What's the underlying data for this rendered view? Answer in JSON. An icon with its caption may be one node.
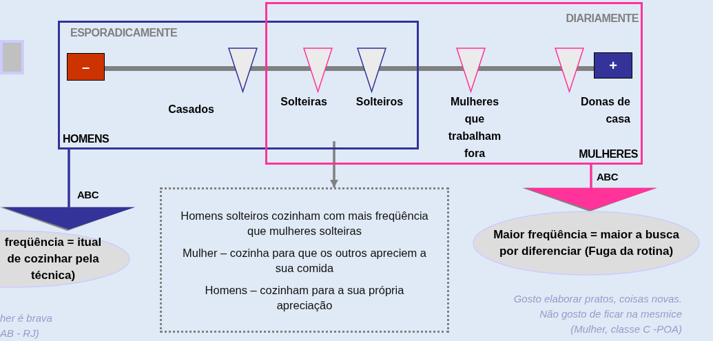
{
  "diagram": {
    "nodes": [
      {
        "text": [],
        "shape": "box"
      },
      {
        "text": [
          "ESPORADICAMENTE",
          "HOMENS"
        ]
      },
      {
        "text": [
          "DIARIAMENTE",
          "MULHERES"
        ]
      },
      {
        "text": [
          "–"
        ],
        "in": 1
      },
      {
        "text": [
          "+"
        ],
        "in": 2
      },
      {
        "text": [
          "Casados"
        ],
        "in": 1
      },
      {
        "text": [
          "Solteiras"
        ]
      },
      {
        "text": [
          "Solteiros"
        ]
      },
      {
        "text": [
          "Mulheres que trabalham fora"
        ],
        "in": 2
      },
      {
        "text": [
          "Donas de casa"
        ],
        "in": 2
      },
      {
        "text": [
          "freqüência = itual de cozinhar pela técnica)"
        ]
      },
      {
        "text": [
          "Homens solteiros cozinham com mais freqüência que mulheres solteiras",
          "Mulher – cozinha para que os outros apreciem a sua comida",
          "Homens – cozinham para a sua própria apreciação"
        ]
      },
      {
        "text": [
          "Maior freqüência = maior a busca por diferenciar (Fuga da  rotina)"
        ]
      }
    ],
    "edges": [
      {
        "from": 1,
        "to": 10,
        "arrow": "to",
        "label": "ABC",
        "color": "#333399"
      },
      {
        "from": 2,
        "to": 12,
        "arrow": "to",
        "label": "ABC",
        "color": "#ff3399"
      },
      {
        "from": 1,
        "to": 11,
        "arrow": "to",
        "color": "#808080"
      }
    ],
    "labels": [
      "her é brava",
      "AB - RJ)",
      "Gosto elaborar pratos, coisas novas.",
      "Não gosto de ficar na mesmice",
      "(Mulher, classe C -POA)"
    ]
  }
}
